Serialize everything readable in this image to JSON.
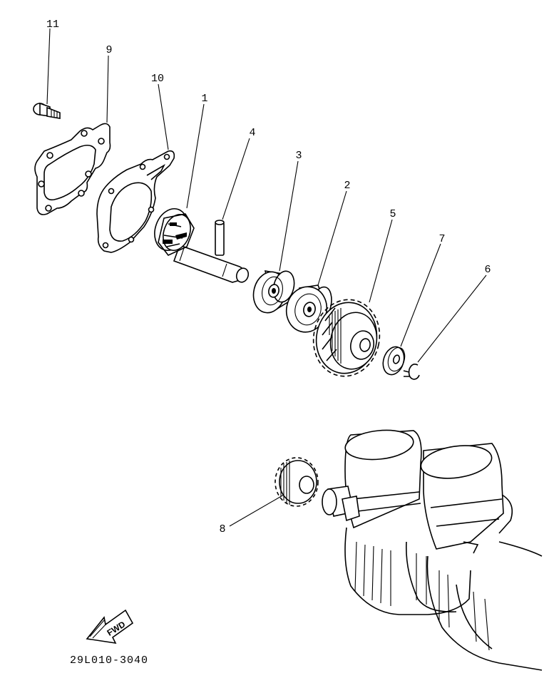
{
  "diagram": {
    "callouts": [
      {
        "id": "11",
        "text": "11"
      },
      {
        "id": "9",
        "text": "9"
      },
      {
        "id": "10",
        "text": "10"
      },
      {
        "id": "1",
        "text": "1"
      },
      {
        "id": "4",
        "text": "4"
      },
      {
        "id": "3",
        "text": "3"
      },
      {
        "id": "2",
        "text": "2"
      },
      {
        "id": "5",
        "text": "5"
      },
      {
        "id": "7",
        "text": "7"
      },
      {
        "id": "6",
        "text": "6"
      },
      {
        "id": "8",
        "text": "8"
      }
    ],
    "fwd_text": "FWD",
    "drawing_code": "29L010-3040"
  }
}
